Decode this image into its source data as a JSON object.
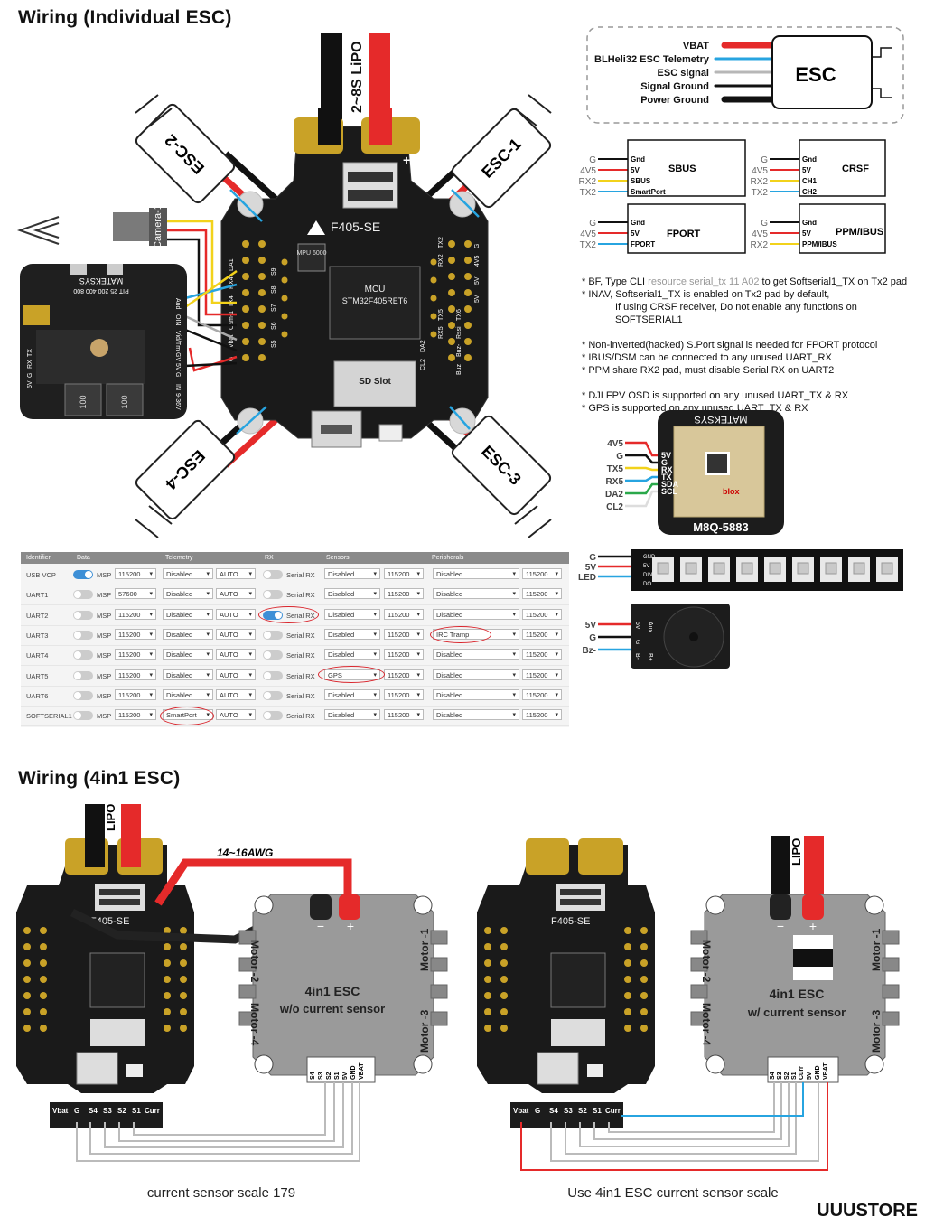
{
  "titles": {
    "individual": "Wiring (Individual ESC)",
    "fourinone": "Wiring (4in1 ESC)"
  },
  "main_board": {
    "board_name": "F405-SE",
    "battery": "2~8S LiPO",
    "mpu": "MPU 6000",
    "mcu": "MCU",
    "mcu_part": "STM32F405RET6",
    "sd_slot": "SD Slot",
    "esc_labels": [
      "ESC-1",
      "ESC-2",
      "ESC-3",
      "ESC-4"
    ],
    "camera": "Camera-1",
    "left_pads": [
      "DA1",
      "RX4",
      "TX4",
      "Cam-1",
      "Vbat",
      "G"
    ],
    "bottom_pads": [
      "S9",
      "S8",
      "S7",
      "S6",
      "S5"
    ],
    "right_pads": [
      "G",
      "4V5",
      "5V",
      "5V",
      "TX2",
      "RX2",
      "DA2",
      "CL2",
      "TX5",
      "RX5",
      "TX6",
      "Rssi",
      "Buz-",
      "Buz"
    ],
    "plus": "+"
  },
  "vtx_board": {
    "brand": "MATEKSYS",
    "pads_top": "PIT 25 200 400 800",
    "pads_side": [
      "Aud",
      "OIN",
      "Vid/Tm",
      "GV",
      "5V",
      "G",
      "IN",
      "9-36V"
    ],
    "pads_left": [
      "TX",
      "RX",
      "G",
      "5V"
    ],
    "inductors": [
      "100",
      "100"
    ]
  },
  "esc_legend": {
    "wires": [
      "VBAT",
      "BLHeli32 ESC Telemetry",
      "ESC signal",
      "Signal Ground",
      "Power Ground"
    ],
    "esc": "ESC",
    "colors": {
      "vbat": "#e52a2a",
      "telemetry": "#27a4e0",
      "signal": "#b7b7b7",
      "ground": "#111111"
    }
  },
  "receivers": [
    {
      "name": "SBUS",
      "wires": [
        "G",
        "4V5",
        "RX2",
        "TX2"
      ],
      "pins": [
        "Gnd",
        "5V",
        "SBUS",
        "SmartPort"
      ]
    },
    {
      "name": "CRSF",
      "wires": [
        "G",
        "4V5",
        "RX2",
        "TX2"
      ],
      "pins": [
        "Gnd",
        "5V",
        "CH1",
        "CH2"
      ]
    },
    {
      "name": "FPORT",
      "wires": [
        "G",
        "4V5",
        "TX2"
      ],
      "pins": [
        "Gnd",
        "5V",
        "FPORT"
      ]
    },
    {
      "name": "PPM/IBUS",
      "wires": [
        "G",
        "4V5",
        "RX2"
      ],
      "pins": [
        "Gnd",
        "5V",
        "PPM/IBUS"
      ]
    }
  ],
  "notes": [
    {
      "prefix": "* BF, Type CLI ",
      "grey": "resource serial_tx 11 A02",
      "suffix": " to get Softserial1_TX on Tx2 pad"
    },
    {
      "prefix": "* INAV, Softserial1_TX is enabled on Tx2 pad by default,",
      "grey": "",
      "suffix": ""
    },
    {
      "prefix": "If using CRSF receiver,  Do not enable any functions on SOFTSERIAL1",
      "grey": "",
      "suffix": ""
    },
    {
      "prefix": "* Non-inverted(hacked) S.Port signal is needed for FPORT protocol",
      "grey": "",
      "suffix": ""
    },
    {
      "prefix": "* IBUS/DSM can be connected to any unused UART_RX",
      "grey": "",
      "suffix": ""
    },
    {
      "prefix": "* PPM share RX2 pad, must disable Serial RX on UART2",
      "grey": "",
      "suffix": ""
    },
    {
      "prefix": "* DJI FPV OSD is supported on any unused UART_TX & RX",
      "grey": "",
      "suffix": ""
    },
    {
      "prefix": "* GPS is supported on any unused UART_TX & RX",
      "grey": "",
      "suffix": ""
    }
  ],
  "gps": {
    "labels": [
      "4V5",
      "G",
      "TX5",
      "RX5",
      "DA2",
      "CL2"
    ],
    "pins": [
      "5V",
      "G",
      "RX",
      "TX",
      "SDA",
      "SCL"
    ],
    "brand": "MATEKSYS",
    "model": "M8Q-5883",
    "chip": "blox",
    "wire_colors": [
      "#e52a2a",
      "#111111",
      "#f2d21b",
      "#27a4e0",
      "#2aa84a",
      "#ffffff"
    ]
  },
  "led": {
    "labels": [
      "G",
      "5V",
      "LED"
    ],
    "pins": [
      "GND",
      "5V",
      "DIN",
      "DO"
    ],
    "count": 9
  },
  "buzzer": {
    "labels": [
      "5V",
      "G",
      "Bz-"
    ],
    "pins": [
      "Aux",
      "5V",
      "G",
      "B-",
      "B+"
    ]
  },
  "config_table": {
    "headers": [
      "Identifier",
      "Data",
      "Telemetry",
      "RX",
      "Sensors",
      "Peripherals"
    ],
    "msp": "MSP",
    "serialrx": "Serial RX",
    "rows": [
      {
        "id": "USB VCP",
        "msp_on": true,
        "baud": "115200",
        "telem": "Disabled",
        "auto": "AUTO",
        "rx_on": false,
        "sensor": "Disabled",
        "sbaud": "115200",
        "periph": "Disabled",
        "pbaud": "115200"
      },
      {
        "id": "UART1",
        "msp_on": false,
        "baud": "57600",
        "telem": "Disabled",
        "auto": "AUTO",
        "rx_on": false,
        "sensor": "Disabled",
        "sbaud": "115200",
        "periph": "Disabled",
        "pbaud": "115200"
      },
      {
        "id": "UART2",
        "msp_on": false,
        "baud": "115200",
        "telem": "Disabled",
        "auto": "AUTO",
        "rx_on": true,
        "sensor": "Disabled",
        "sbaud": "115200",
        "periph": "Disabled",
        "pbaud": "115200"
      },
      {
        "id": "UART3",
        "msp_on": false,
        "baud": "115200",
        "telem": "Disabled",
        "auto": "AUTO",
        "rx_on": false,
        "sensor": "Disabled",
        "sbaud": "115200",
        "periph": "IRC Tramp",
        "pbaud": "115200"
      },
      {
        "id": "UART4",
        "msp_on": false,
        "baud": "115200",
        "telem": "Disabled",
        "auto": "AUTO",
        "rx_on": false,
        "sensor": "Disabled",
        "sbaud": "115200",
        "periph": "Disabled",
        "pbaud": "115200"
      },
      {
        "id": "UART5",
        "msp_on": false,
        "baud": "115200",
        "telem": "Disabled",
        "auto": "AUTO",
        "rx_on": false,
        "sensor": "GPS",
        "sbaud": "115200",
        "periph": "Disabled",
        "pbaud": "115200"
      },
      {
        "id": "UART6",
        "msp_on": false,
        "baud": "115200",
        "telem": "Disabled",
        "auto": "AUTO",
        "rx_on": false,
        "sensor": "Disabled",
        "sbaud": "115200",
        "periph": "Disabled",
        "pbaud": "115200"
      },
      {
        "id": "SOFTSERIAL1",
        "msp_on": false,
        "baud": "115200",
        "telem": "SmartPort",
        "auto": "AUTO",
        "rx_on": false,
        "sensor": "Disabled",
        "sbaud": "115200",
        "periph": "Disabled",
        "pbaud": "115200"
      }
    ]
  },
  "fourinone": {
    "left": {
      "battery": "LIPO",
      "awg": "14~16AWG",
      "esc_title": "4in1 ESC",
      "esc_sub": "w/o current sensor",
      "minus": "−",
      "plus": "+",
      "caption": "current sensor scale 179"
    },
    "right": {
      "battery": "LIPO",
      "esc_title": "4in1 ESC",
      "esc_sub": "w/ current sensor",
      "minus": "−",
      "plus": "+",
      "caption": "Use 4in1 ESC current sensor scale"
    },
    "motors": [
      "Motor -1",
      "Motor -2",
      "Motor -3",
      "Motor -4"
    ],
    "esc_pins_left": [
      "S4",
      "S3",
      "S2",
      "S1",
      "5V",
      "GND",
      "VBAT"
    ],
    "esc_pins_right": [
      "S4",
      "S3",
      "S2",
      "S1",
      "Curr",
      "5V",
      "GND",
      "VBAT"
    ],
    "fc_pins": [
      "Vbat",
      "G",
      "S4",
      "S3",
      "S2",
      "S1",
      "Curr"
    ],
    "board_name": "F405-SE"
  },
  "footer": "UUUSTORE"
}
